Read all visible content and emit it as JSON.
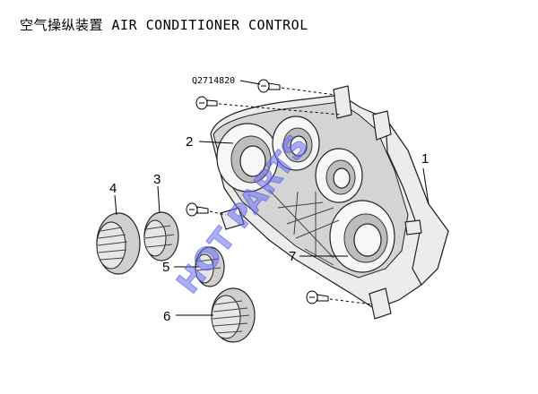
{
  "title": "空气操纵装置 AIR CONDITIONER CONTROL",
  "part_number": "Q2714820",
  "callouts": [
    "1",
    "2",
    "3",
    "4",
    "5",
    "6",
    "7"
  ],
  "watermark": "HOT PARTS",
  "colors": {
    "watermark": "#5a5fea",
    "line": "#000000",
    "panel": "#ececec"
  }
}
